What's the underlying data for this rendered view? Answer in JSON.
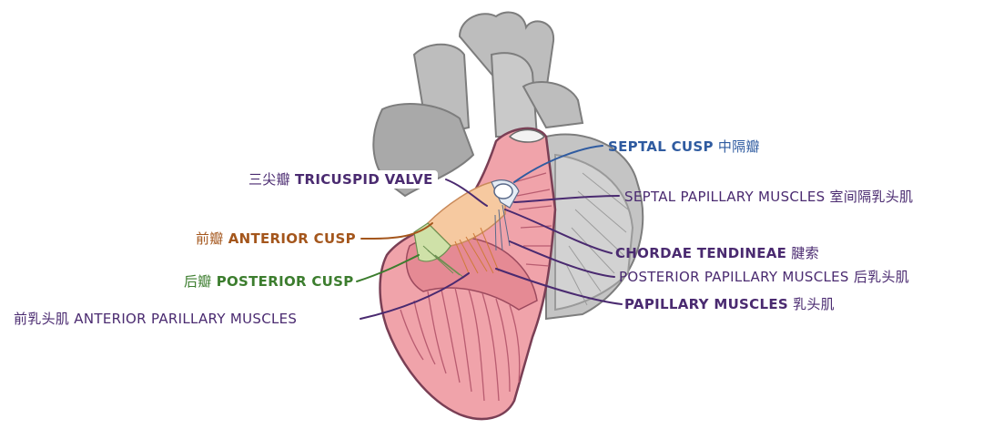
{
  "labels": {
    "tricuspid_valve": {
      "cn": "三尖瓣",
      "en": "TRICUSPID VALVE"
    },
    "anterior_cusp": {
      "cn": "前瓣",
      "en": "ANTERIOR CUSP"
    },
    "posterior_cusp": {
      "cn": "后瓣",
      "en": "POSTERIOR CUSP"
    },
    "anterior_papillary": {
      "cn": "前乳头肌",
      "en": "ANTERIOR PARILLARY  MUSCLES"
    },
    "septal_cusp": {
      "en": "SEPTAL CUSP",
      "cn": "中隔瓣"
    },
    "septal_papillary": {
      "en": "SEPTAL PAPILLARY MUSCLES",
      "cn": "室间隔乳头肌"
    },
    "chordae": {
      "en": "CHORDAE TENDINEAE",
      "cn": "腱索"
    },
    "posterior_papillary": {
      "en": "POSTERIOR  PAPILLARY MUSCLES",
      "cn": "后乳头肌"
    },
    "papillary": {
      "en": "PAPILLARY MUSCLES",
      "cn": "乳头肌"
    }
  },
  "colors": {
    "label_purple": "#4a2a70",
    "label_blue": "#2f5ba0",
    "label_orange": "#a4561c",
    "label_green": "#3c7d2e",
    "heart_gray": "#b8b8b8",
    "ventricle_pink": "#f0a3aa",
    "valve_peach": "#f6c9a0"
  }
}
